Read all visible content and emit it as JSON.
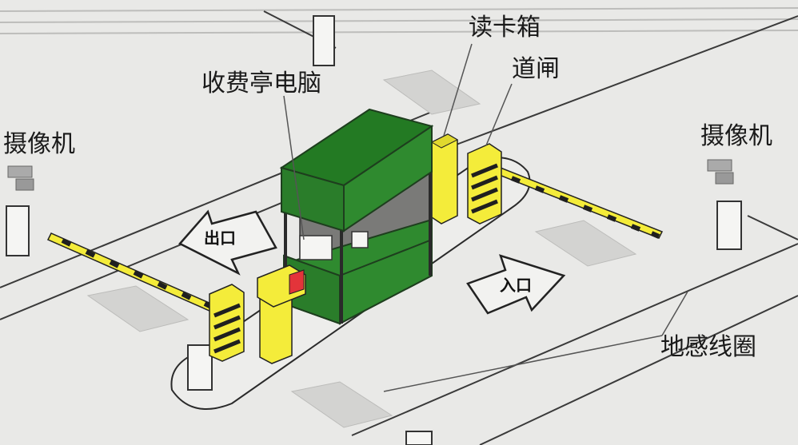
{
  "labels": {
    "card_reader": "读卡箱",
    "gate": "道闸",
    "booth_computer": "收费亭电脑",
    "camera_left": "摄像机",
    "camera_right": "摄像机",
    "loop_detector": "地感线圈",
    "exit": "出口",
    "entrance": "入口"
  },
  "colors": {
    "background": "#e9e9e7",
    "booth_green": "#2f8a2f",
    "booth_roof": "#237a23",
    "barrier_yellow": "#f4ec3a",
    "barrier_stripe": "#1f1f1f",
    "reader_red": "#e3343a"
  }
}
